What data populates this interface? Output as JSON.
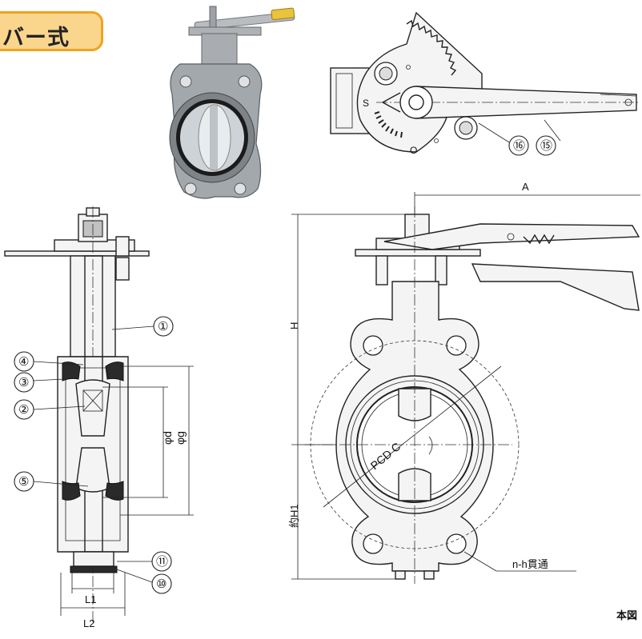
{
  "header_tag": {
    "label": "バー式"
  },
  "callouts": [
    {
      "id": "c1",
      "label": "①"
    },
    {
      "id": "c2",
      "label": "②"
    },
    {
      "id": "c3",
      "label": "③"
    },
    {
      "id": "c4",
      "label": "④"
    },
    {
      "id": "c5",
      "label": "⑤"
    },
    {
      "id": "c10",
      "label": "⑩"
    },
    {
      "id": "c11",
      "label": "⑪"
    },
    {
      "id": "c15",
      "label": "⑮"
    },
    {
      "id": "c16",
      "label": "⑯"
    }
  ],
  "dimensions": {
    "phi_d": "φd",
    "phi_g": "φg",
    "L1": "L1",
    "L2": "L2",
    "A": "A",
    "H": "H",
    "H1": "約H1",
    "pcd": "PCD C",
    "bolt_holes": "n-h貫通"
  },
  "lever_scale": {
    "shut": "S",
    "open": "O"
  },
  "footnote": "本図",
  "colors": {
    "tag_fill": "#fad58c",
    "tag_border": "#f0a31e",
    "lever_grip": "#e8c33b"
  }
}
